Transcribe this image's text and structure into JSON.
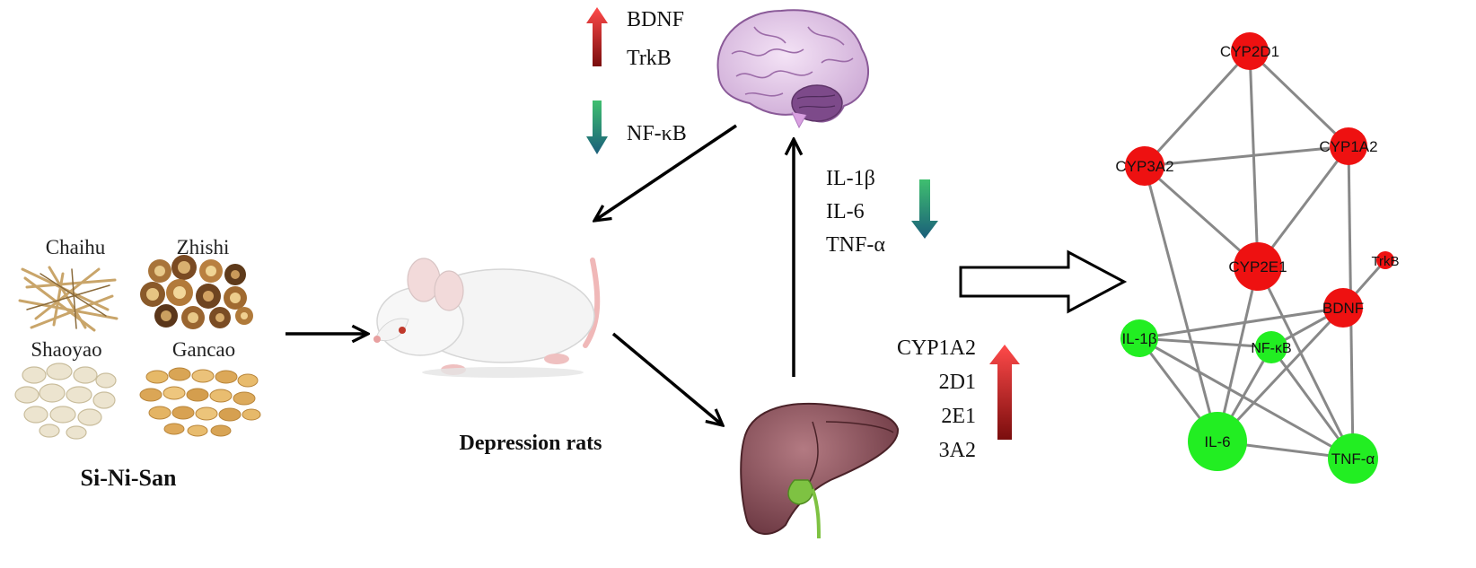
{
  "herbs": {
    "items": [
      {
        "name": "Chaihu"
      },
      {
        "name": "Zhishi"
      },
      {
        "name": "Shaoyao"
      },
      {
        "name": "Gancao"
      }
    ],
    "formula_label": "Si-Ni-San"
  },
  "rat_label": "Depression rats",
  "brain_markers": {
    "up": [
      "BDNF",
      "TrkB"
    ],
    "down": [
      "NF-κB"
    ]
  },
  "cytokines": [
    "IL-1β",
    "IL-6",
    "TNF-α"
  ],
  "liver_markers": [
    "CYP1A2",
    "2D1",
    "2E1",
    "3A2"
  ],
  "network": {
    "nodes": [
      {
        "id": "CYP2D1",
        "color": "#ee1111"
      },
      {
        "id": "CYP1A2",
        "color": "#ee1111"
      },
      {
        "id": "CYP3A2",
        "color": "#ee1111"
      },
      {
        "id": "CYP2E1",
        "color": "#ee1111"
      },
      {
        "id": "TrkB",
        "color": "#ee1111"
      },
      {
        "id": "BDNF",
        "color": "#ee1111"
      },
      {
        "id": "IL-1β",
        "color": "#22ee22"
      },
      {
        "id": "NF-κB",
        "color": "#22ee22"
      },
      {
        "id": "IL-6",
        "color": "#22ee22"
      },
      {
        "id": "TNF-α",
        "color": "#22ee22"
      }
    ],
    "edges": [
      [
        "CYP2D1",
        "CYP3A2"
      ],
      [
        "CYP2D1",
        "CYP1A2"
      ],
      [
        "CYP2D1",
        "CYP2E1"
      ],
      [
        "CYP3A2",
        "CYP1A2"
      ],
      [
        "CYP3A2",
        "CYP2E1"
      ],
      [
        "CYP1A2",
        "CYP2E1"
      ],
      [
        "CYP3A2",
        "IL-6"
      ],
      [
        "CYP1A2",
        "TNF-α"
      ],
      [
        "CYP2E1",
        "IL-6"
      ],
      [
        "CYP2E1",
        "TNF-α"
      ],
      [
        "TrkB",
        "BDNF"
      ],
      [
        "BDNF",
        "IL-1β"
      ],
      [
        "BDNF",
        "NF-κB"
      ],
      [
        "BDNF",
        "IL-6"
      ],
      [
        "IL-1β",
        "NF-κB"
      ],
      [
        "IL-1β",
        "IL-6"
      ],
      [
        "IL-1β",
        "TNF-α"
      ],
      [
        "NF-κB",
        "IL-6"
      ],
      [
        "NF-κB",
        "TNF-α"
      ],
      [
        "IL-6",
        "TNF-α"
      ]
    ]
  },
  "colors": {
    "up_arrow": "#e02020",
    "down_arrow": "#1f8a50",
    "network_up": "#ee1111",
    "network_down": "#22ee22",
    "edge": "#888888"
  }
}
